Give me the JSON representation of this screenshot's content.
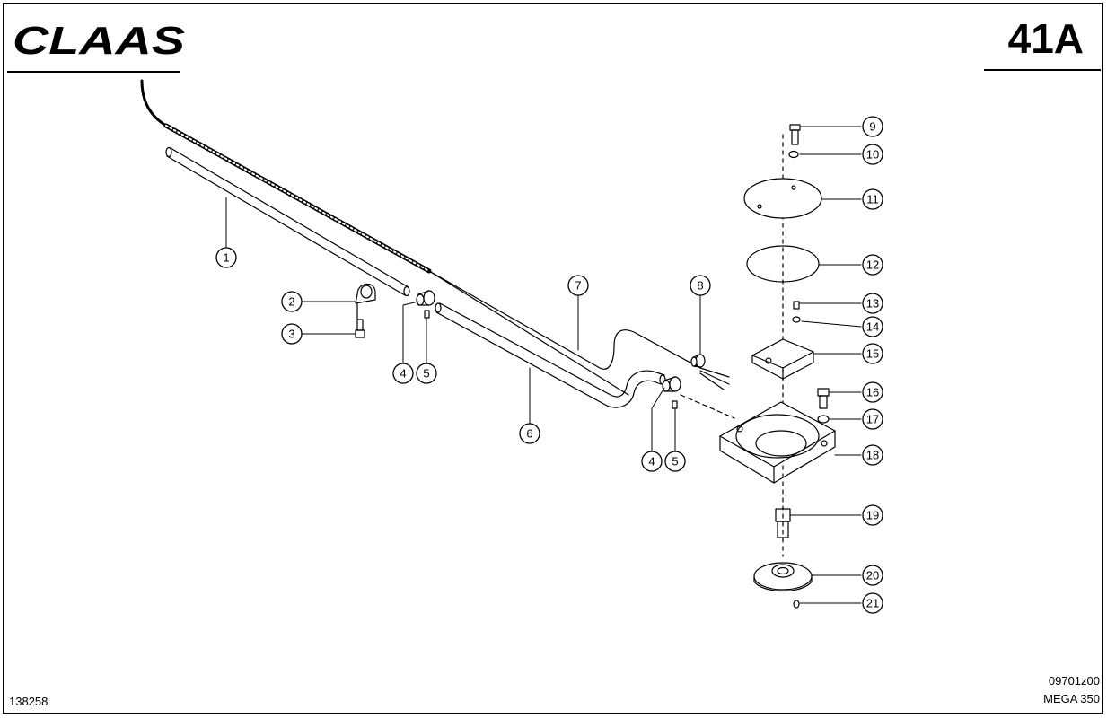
{
  "header": {
    "brand": "CLAAS",
    "page_number": "41A"
  },
  "footer": {
    "doc_number": "138258",
    "drawing_code": "09701z00",
    "model": "MEGA 350"
  },
  "callouts": [
    "1",
    "2",
    "3",
    "4",
    "5",
    "6",
    "7",
    "8",
    "9",
    "10",
    "11",
    "12",
    "13",
    "14",
    "15",
    "16",
    "17",
    "18",
    "19",
    "20",
    "21",
    "4",
    "5"
  ]
}
